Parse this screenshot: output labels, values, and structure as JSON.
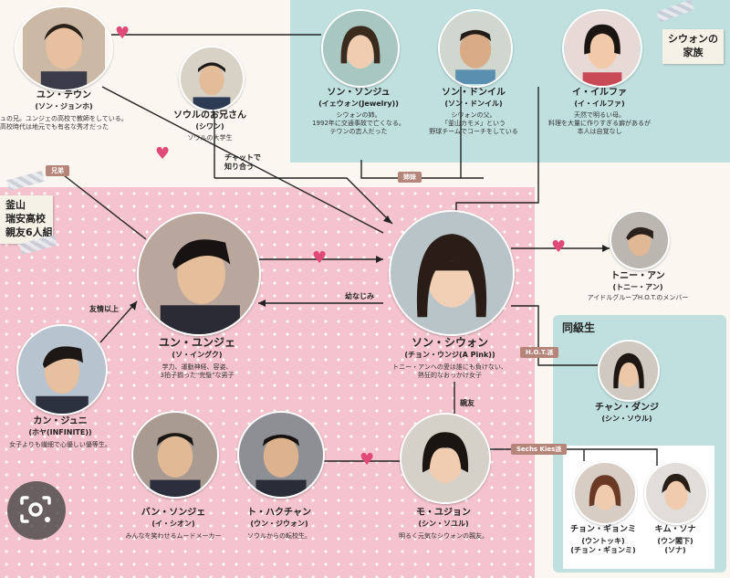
{
  "labels": {
    "family_group": "シウォンの\n家族",
    "school_group": "釜山\n瑞安高校\n親友6人組",
    "classmates": "同級生",
    "chat": "チャットで\n知り合う",
    "rel_brothers": "兄弟",
    "rel_siblings": "姉妹",
    "rel_beyond_friends": "友情以上",
    "rel_childhood": "幼なじみ",
    "rel_best_friend": "親友",
    "rel_hot_fan": "H.O.T.派",
    "rel_sechs_fan": "Sechs Kies派"
  },
  "people": {
    "yun_taewoong": {
      "name": "ユン・テウン",
      "actor": "(ソン・ジョンホ)",
      "desc": "ュの兄。ユンジェの高校で教師をしている。\n高校時代は地元でも有名な秀才だった"
    },
    "seoul_brother": {
      "name": "ソウルのお兄さん",
      "actor": "(シワン)",
      "desc": "ソウルの大学生"
    },
    "song_sunju": {
      "name": "ソン・ソンジュ",
      "actor": "(イェウォン(Jewelry))",
      "desc": "シウォンの姉。\n1992年に交通事故で亡くなる。\nテウンの恋人だった"
    },
    "song_donil": {
      "name": "ソン・ドンイル",
      "actor": "(ソン・ドンイル)",
      "desc": "シウォンの父。\n「釜山カモメ」という\n野球チームでコーチをしている"
    },
    "lee_ilhwa": {
      "name": "イ・イルファ",
      "actor": "(イ・イルファ)",
      "desc": "天然で明るい母。\n料理を大量に作りすぎる癖があるが\n本人は自覚なし"
    },
    "tony_an": {
      "name": "トニー・アン",
      "actor": "(トニー・アン)",
      "desc": "アイドルグループH.O.T.のメンバー"
    },
    "yun_yunje": {
      "name": "ユン・ユンジェ",
      "actor": "(ソ・イングク)",
      "desc": "学力、運動神経、容姿、\n3拍子揃った\"完璧\"な男子"
    },
    "song_siwon": {
      "name": "ソン・シウォン",
      "actor": "(チョン・ウンジ(A Pink))",
      "desc": "トニー・アンへの愛は誰にも負けない、\n熱狂的なおっかけ女子"
    },
    "kang_junhee": {
      "name": "カン・ジュニ",
      "actor": "(ホヤ(INFINITE))",
      "desc": "女子よりも繊細で心優しい優等生。"
    },
    "chan_dangji": {
      "name": "チャン・ダンジ",
      "actor": "(シン・ソウル)",
      "desc": ""
    },
    "bang_sungjae": {
      "name": "バン・ソンジェ",
      "actor": "(イ・シオン)",
      "desc": "みんなを笑わせるムードメーカー"
    },
    "do_hakchan": {
      "name": "ト・ハクチャン",
      "actor": "(ウン・ジウォン)",
      "desc": "ソウルからの転校生。"
    },
    "mo_yujeong": {
      "name": "モ・ユジョン",
      "actor": "(シン・ソユル)",
      "desc": "明るく元気なシウォンの親友。"
    },
    "chon_gyeongmi": {
      "name": "チョン・ギョンミ",
      "actor": "(ウントッキ)\n(チョン・ギョンミ)",
      "desc": ""
    },
    "kim_sona": {
      "name": "キム・ソナ",
      "actor": "(ウン閣下)\n(ソナ)",
      "desc": ""
    }
  },
  "colors": {
    "family_panel": "#bfe0df",
    "school_panel": "#f4c3cd",
    "tag": "#b6857a",
    "heart": "#e04a78"
  }
}
